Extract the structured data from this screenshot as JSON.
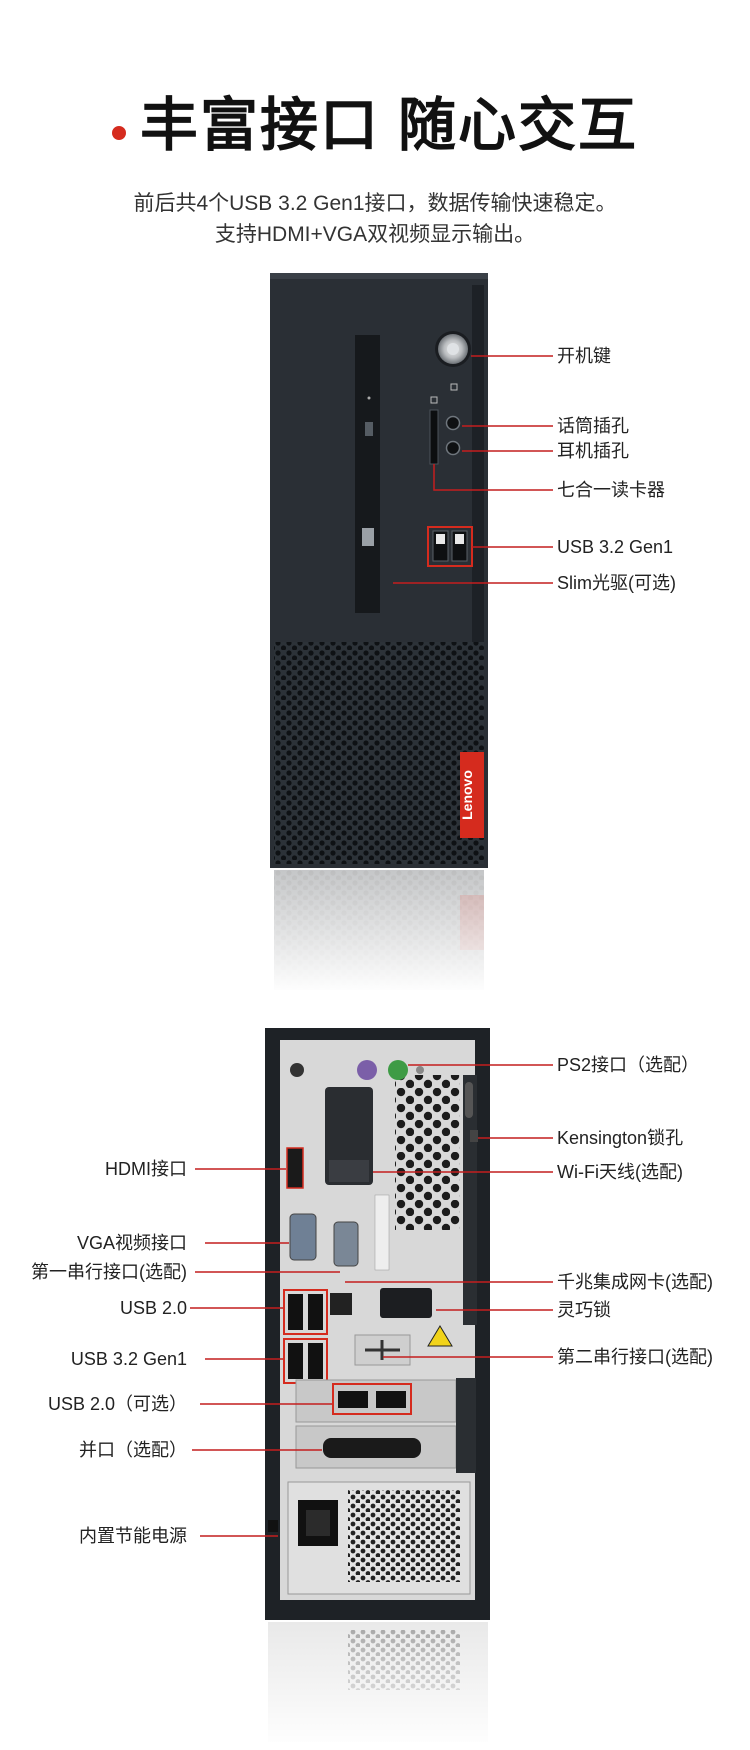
{
  "title": "丰富接口 随心交互",
  "subtitle_lines": [
    "前后共4个USB 3.2 Gen1接口，数据传输快速稳定。",
    "支持HDMI+VGA双视频显示输出。"
  ],
  "brand_logo_text": "Lenovo",
  "colors": {
    "accent": "#d52b1e",
    "chassis": "#2a2f35",
    "callout_line": "#c41e1e"
  },
  "front_labels": {
    "power": "开机键",
    "mic": "话筒插孔",
    "headphone": "耳机插孔",
    "card_reader": "七合一读卡器",
    "usb": "USB 3.2 Gen1",
    "optical": "Slim光驱(可选)"
  },
  "rear_right_labels": {
    "ps2": "PS2接口（选配）",
    "kensington": "Kensington锁孔",
    "wifi": "Wi-Fi天线(选配)",
    "lan": "千兆集成网卡(选配)",
    "lock": "灵巧锁",
    "serial2": "第二串行接口(选配)"
  },
  "rear_left_labels": {
    "hdmi": "HDMI接口",
    "vga": "VGA视频接口",
    "serial1": "第一串行接口(选配)",
    "usb2": "USB 2.0",
    "usb3": "USB 3.2 Gen1",
    "usb2_opt": "USB 2.0（可选）",
    "parallel": "并口（选配）",
    "psu": "内置节能电源"
  }
}
